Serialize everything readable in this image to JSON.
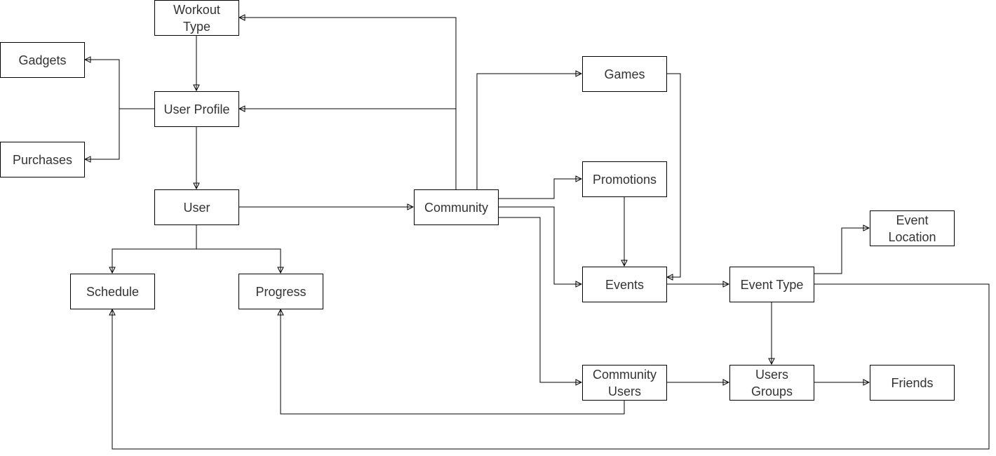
{
  "diagram": {
    "nodes": {
      "workout_type": "Workout\nType",
      "gadgets": "Gadgets",
      "user_profile": "User Profile",
      "purchases": "Purchases",
      "user": "User",
      "schedule": "Schedule",
      "progress": "Progress",
      "community": "Community",
      "games": "Games",
      "promotions": "Promotions",
      "events": "Events",
      "event_type": "Event Type",
      "event_location": "Event\nLocation",
      "community_users": "Community\nUsers",
      "users_groups": "Users\nGroups",
      "friends": "Friends"
    },
    "edges": [
      {
        "from": "workout_type",
        "to": "user_profile"
      },
      {
        "from": "user_profile",
        "to": "gadgets"
      },
      {
        "from": "user_profile",
        "to": "purchases"
      },
      {
        "from": "user_profile",
        "to": "user"
      },
      {
        "from": "user",
        "to": "schedule"
      },
      {
        "from": "user",
        "to": "progress"
      },
      {
        "from": "user",
        "to": "community"
      },
      {
        "from": "community",
        "to": "workout_type"
      },
      {
        "from": "community",
        "to": "user_profile"
      },
      {
        "from": "community",
        "to": "games"
      },
      {
        "from": "community",
        "to": "promotions"
      },
      {
        "from": "community",
        "to": "events"
      },
      {
        "from": "community",
        "to": "community_users"
      },
      {
        "from": "games",
        "to": "events"
      },
      {
        "from": "promotions",
        "to": "events"
      },
      {
        "from": "events",
        "to": "event_type"
      },
      {
        "from": "event_type",
        "to": "event_location"
      },
      {
        "from": "event_type",
        "to": "users_groups"
      },
      {
        "from": "event_type",
        "to": "schedule"
      },
      {
        "from": "community_users",
        "to": "users_groups"
      },
      {
        "from": "community_users",
        "to": "progress"
      },
      {
        "from": "users_groups",
        "to": "friends"
      }
    ]
  }
}
